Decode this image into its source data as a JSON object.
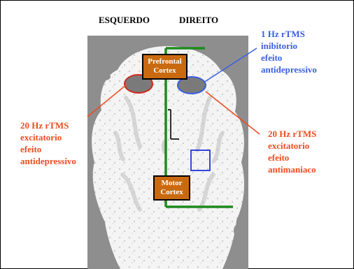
{
  "header": {
    "left_label": "ESQUERDO",
    "right_label": "DIREITO"
  },
  "regions": {
    "prefrontal": "Prefrontal\nCortex",
    "motor": "Motor\nCortex"
  },
  "annotations": {
    "right_prefrontal": "1 Hz rTMS\ninibitorio\nefeito\nantidepressivo",
    "left_prefrontal": "20 Hz rTMS\nexcitatorio\nefeito\nantidepressivo",
    "right_motor": "20 Hz rTMS\nexcitatorio\nefeito\nantimaniaco"
  },
  "colors": {
    "blue": "#3a5fe0",
    "red": "#ee4b1e",
    "green": "#1f8a1f",
    "box_fill": "#c96a10",
    "scan_gray": "#8e8e8e"
  }
}
